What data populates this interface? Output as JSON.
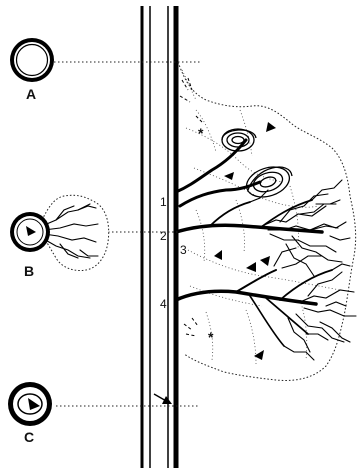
{
  "cross_sections": [
    {
      "label": "A"
    },
    {
      "label": "B"
    },
    {
      "label": "C"
    }
  ],
  "branch_numbers": [
    "1",
    "2",
    "3",
    "4"
  ],
  "asterisks": [
    "*",
    "*"
  ]
}
